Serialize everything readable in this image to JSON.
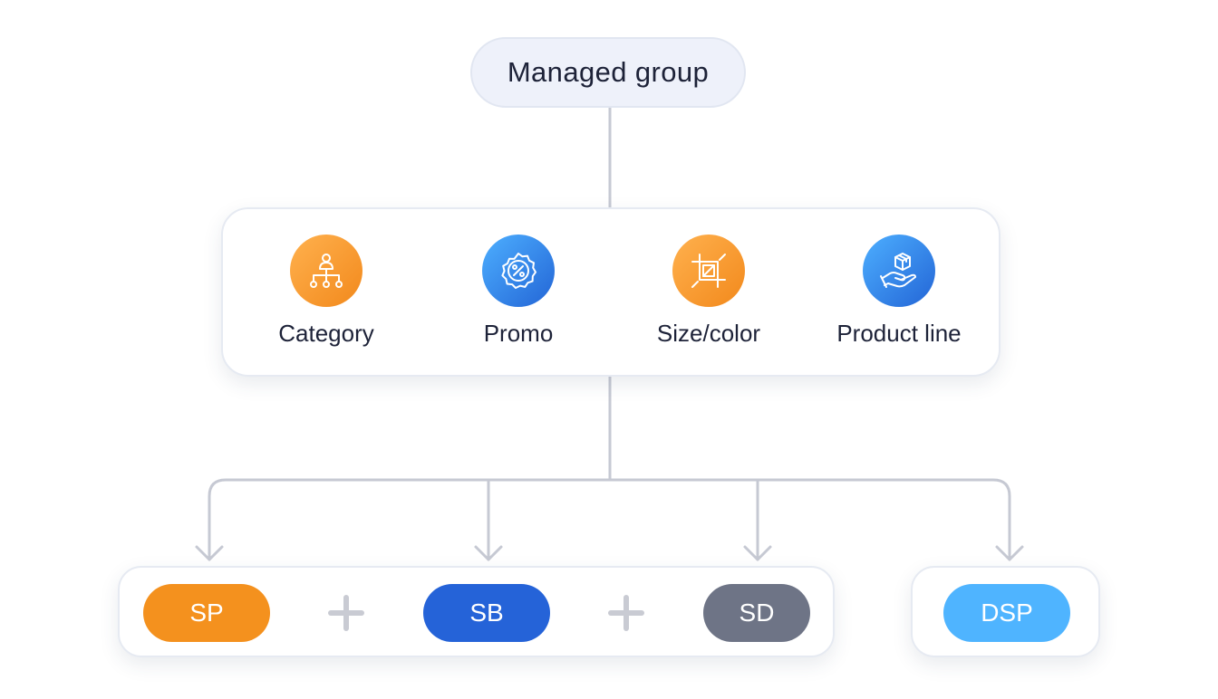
{
  "root": {
    "label": "Managed group"
  },
  "grouping_types": [
    {
      "label": "Category",
      "icon": "org-hierarchy-icon",
      "color": "#f2891c"
    },
    {
      "label": "Promo",
      "icon": "percent-badge-icon",
      "color": "#2365d6"
    },
    {
      "label": "Size/color",
      "icon": "crop-resize-icon",
      "color": "#f2891c"
    },
    {
      "label": "Product line",
      "icon": "hand-box-icon",
      "color": "#2365d6"
    }
  ],
  "campaigns": {
    "sp": {
      "label": "SP",
      "color": "#f4911e"
    },
    "sb": {
      "label": "SB",
      "color": "#2563d8"
    },
    "sd": {
      "label": "SD",
      "color": "#6e7486"
    },
    "dsp": {
      "label": "DSP",
      "color": "#4fb4ff"
    },
    "joiner": "plus-icon"
  },
  "colors": {
    "connector": "#c6c9d3",
    "node_border": "#e6eaf2",
    "text": "#1d2238"
  }
}
